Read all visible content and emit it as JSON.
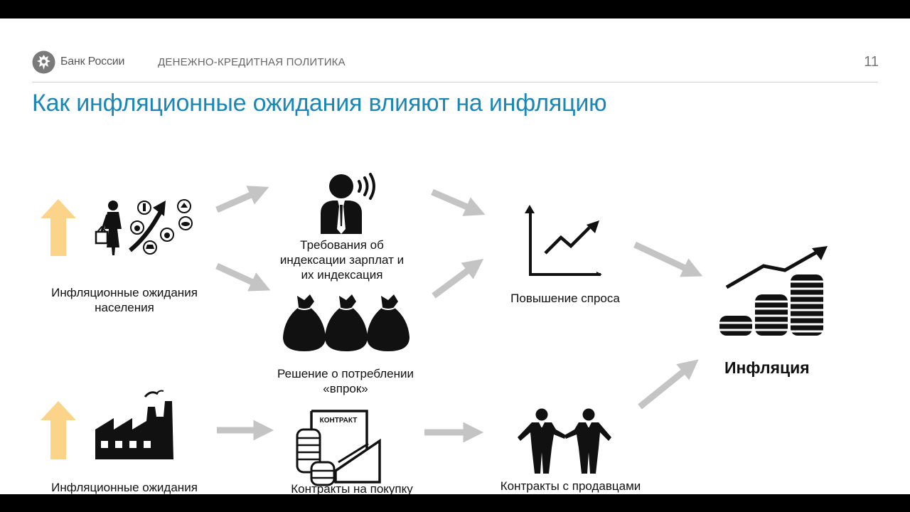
{
  "header": {
    "bank_name": "Банк России",
    "section": "ДЕНЕЖНО-КРЕДИТНАЯ ПОЛИТИКА",
    "page_number": "11"
  },
  "title": "Как инфляционные ожидания влияют на инфляцию",
  "nodes": {
    "population_expectations": "Инфляционные ожидания населения",
    "wage_indexation": "Требования об индексации зарплат и их индексация",
    "consumption_decision": "Решение о потреблении «впрок»",
    "demand_increase": "Повышение спроса",
    "inflation": "Инфляция",
    "business_expectations": "Инфляционные ожидания",
    "purchase_contracts": "Контракты на покупку",
    "seller_contracts": "Контракты с продавцами"
  },
  "icons": {
    "contract_label": "КОНТРАКТ"
  },
  "colors": {
    "title": "#1a87b6",
    "up_arrow": "#fbd389",
    "flow_arrow": "#c4c4c4"
  }
}
